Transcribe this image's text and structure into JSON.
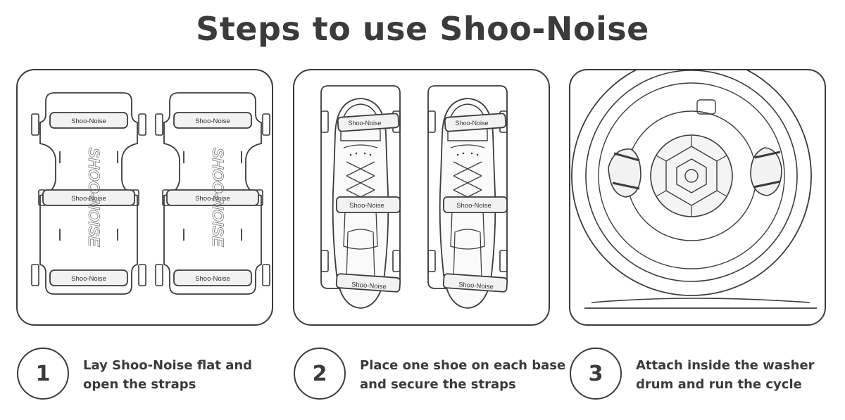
{
  "title": "Steps to use Shoo-Noise",
  "brand": {
    "strap_label": "Shoo-Noise",
    "base_watermark": "SHOO-NOISE"
  },
  "steps": [
    {
      "number": "1",
      "caption_lines": [
        "Lay Shoo-Noise flat and",
        "open the straps"
      ]
    },
    {
      "number": "2",
      "caption_lines": [
        "Place one shoe on each base",
        "and secure the straps"
      ]
    },
    {
      "number": "3",
      "caption_lines": [
        "Attach inside the washer",
        "drum and run the cycle"
      ]
    }
  ],
  "colors": {
    "ink": "#3c3c3c",
    "background": "#ffffff",
    "fill": "#f2f2f2"
  }
}
